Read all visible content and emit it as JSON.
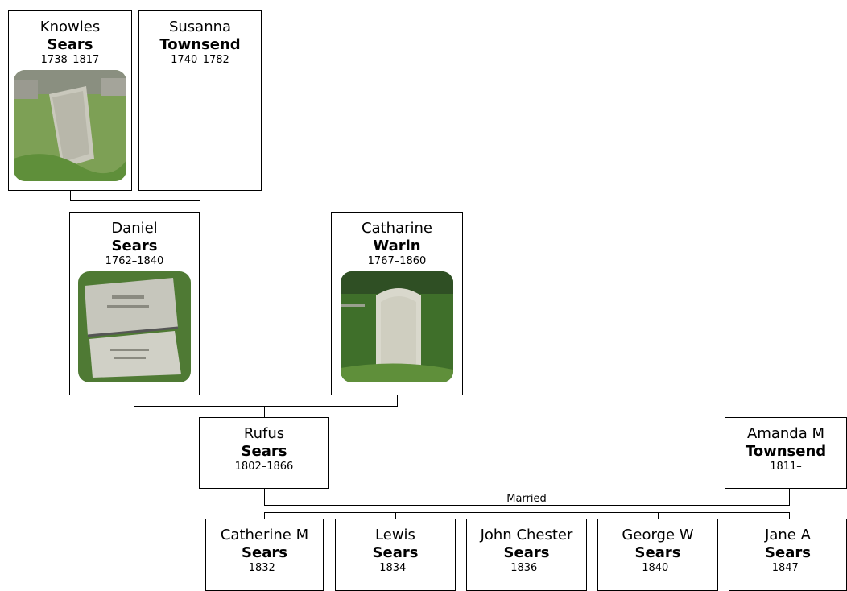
{
  "people": {
    "knowles": {
      "given": "Knowles",
      "surname": "Sears",
      "dates": "1738–1817",
      "photo": "grave-photo-icon"
    },
    "susanna": {
      "given": "Susanna",
      "surname": "Townsend",
      "dates": "1740–1782"
    },
    "daniel": {
      "given": "Daniel",
      "surname": "Sears",
      "dates": "1762–1840",
      "photo": "grave-photo-icon"
    },
    "catharine": {
      "given": "Catharine",
      "surname": "Warin",
      "dates": "1767–1860",
      "photo": "grave-photo-icon"
    },
    "rufus": {
      "given": "Rufus",
      "surname": "Sears",
      "dates": "1802–1866"
    },
    "amanda": {
      "given": "Amanda M",
      "surname": "Townsend",
      "dates": "1811–"
    }
  },
  "children": [
    {
      "given": "Catherine M",
      "surname": "Sears",
      "dates": "1832–"
    },
    {
      "given": "Lewis",
      "surname": "Sears",
      "dates": "1834–"
    },
    {
      "given": "John Chester",
      "surname": "Sears",
      "dates": "1836–"
    },
    {
      "given": "George W",
      "surname": "Sears",
      "dates": "1840–"
    },
    {
      "given": "Jane A",
      "surname": "Sears",
      "dates": "1847–"
    }
  ],
  "married_label": "Married",
  "colors": {
    "line": "#000000",
    "grass": "#5f8f3a",
    "stone": "#cfcfc4"
  }
}
